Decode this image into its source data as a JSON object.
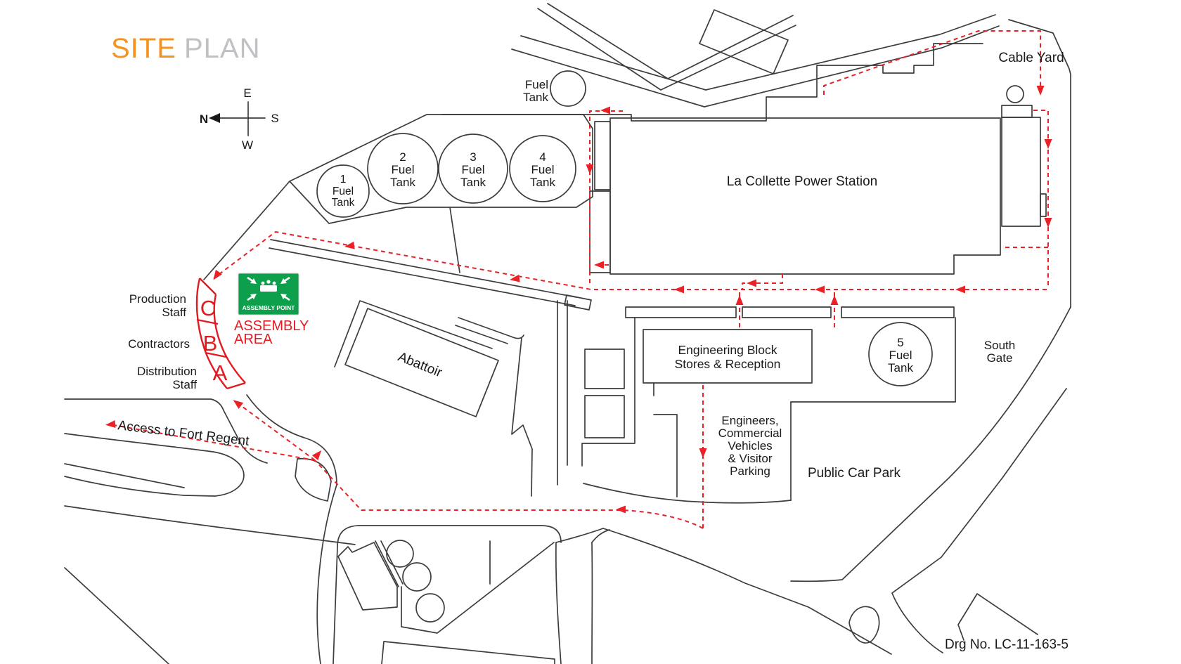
{
  "title": {
    "word1": "SITE",
    "word2": "PLAN"
  },
  "colors": {
    "accent_orange": "#F6921E",
    "title_gray": "#C1C1C5",
    "route_red": "#EA2127",
    "assembly_green": "#0D9F4C",
    "line_ink": "#3D3D3D"
  },
  "compass": {
    "n": "N",
    "e": "E",
    "s": "S",
    "w": "W"
  },
  "fuel_tanks": {
    "dock": {
      "l1": "Fuel",
      "l2": "Tank"
    },
    "t1": {
      "l1": "1",
      "l2": "Fuel",
      "l3": "Tank"
    },
    "t2": {
      "l1": "2",
      "l2": "Fuel",
      "l3": "Tank"
    },
    "t3": {
      "l1": "3",
      "l2": "Fuel",
      "l3": "Tank"
    },
    "t4": {
      "l1": "4",
      "l2": "Fuel",
      "l3": "Tank"
    },
    "t5": {
      "l1": "5",
      "l2": "Fuel",
      "l3": "Tank"
    }
  },
  "buildings": {
    "power_station": "La Collette Power Station",
    "cable_yard": "Cable Yard",
    "abattoir": "Abattoir",
    "engineering_block": {
      "l1": "Engineering Block",
      "l2": "Stores & Reception"
    },
    "public_car_park": "Public Car Park",
    "south_gate": {
      "l1": "South",
      "l2": "Gate"
    }
  },
  "areas": {
    "engineers_parking": {
      "l1": "Engineers,",
      "l2": "Commercial",
      "l3": "Vehicles",
      "l4": "& Visitor",
      "l5": "Parking"
    },
    "access_fort_regent": "Access to Fort Regent"
  },
  "assembly": {
    "sign_caption": "ASSEMBLY POINT",
    "area_l1": "ASSEMBLY",
    "area_l2": "AREA",
    "zone_a": "A",
    "zone_b": "B",
    "zone_c": "C",
    "production": {
      "l1": "Production",
      "l2": "Staff"
    },
    "contractors": "Contractors",
    "distribution": {
      "l1": "Distribution",
      "l2": "Staff"
    }
  },
  "footer": {
    "drg_no": "Drg No. LC-11-163-5"
  }
}
